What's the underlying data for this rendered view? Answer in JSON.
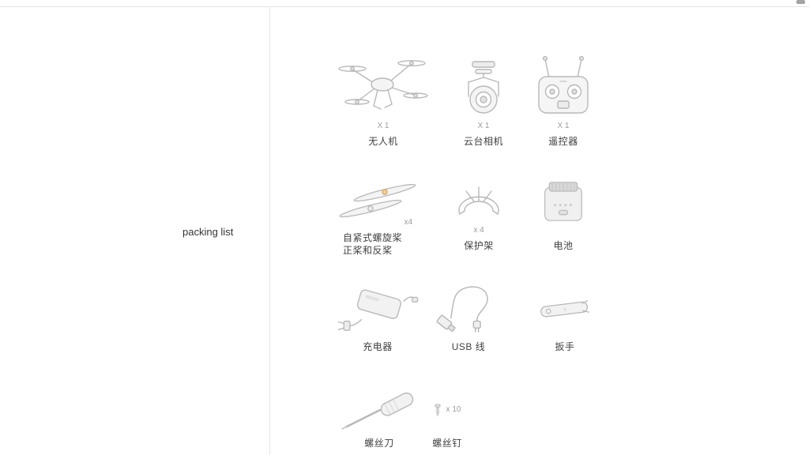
{
  "section": {
    "title": "packing list"
  },
  "items": {
    "drone": {
      "label": "无人机",
      "count": "X 1"
    },
    "gimbal": {
      "label": "云台相机",
      "count": "X 1"
    },
    "remote": {
      "label": "遥控器",
      "count": "X 1"
    },
    "propeller": {
      "label_line1": "自紧式螺旋桨",
      "label_line2": "正桨和反桨",
      "count": "x4"
    },
    "guard": {
      "label": "保护架",
      "count": "x 4"
    },
    "battery": {
      "label": "电池",
      "count": ""
    },
    "charger": {
      "label": "充电器"
    },
    "usb_cable": {
      "label": "USB 线"
    },
    "wrench": {
      "label": "扳手"
    },
    "screwdriver": {
      "label": "螺丝刀"
    },
    "screw": {
      "label": "螺丝钉",
      "count": "x 10"
    }
  }
}
